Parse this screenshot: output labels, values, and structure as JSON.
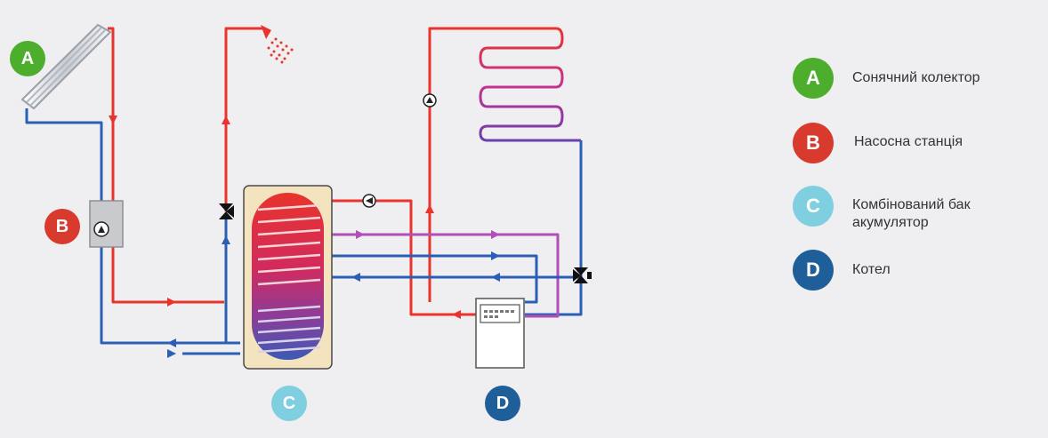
{
  "colors": {
    "hot": "#e8342c",
    "cold": "#2b5fb5",
    "purple": "#b04fb8",
    "badge_a": "#4cae2c",
    "badge_b": "#d83a2e",
    "badge_c": "#7fcfe0",
    "badge_d": "#1f5f99"
  },
  "diagram_badges": {
    "a": "A",
    "b": "B",
    "c": "C",
    "d": "D"
  },
  "legend": {
    "items": [
      {
        "letter": "A",
        "label": "Сонячний колектор"
      },
      {
        "letter": "B",
        "label": "Насосна станція"
      },
      {
        "letter": "C",
        "label_line1": "Комбінований бак",
        "label_line2": "акумулятор"
      },
      {
        "letter": "D",
        "label": "Котел"
      }
    ]
  }
}
